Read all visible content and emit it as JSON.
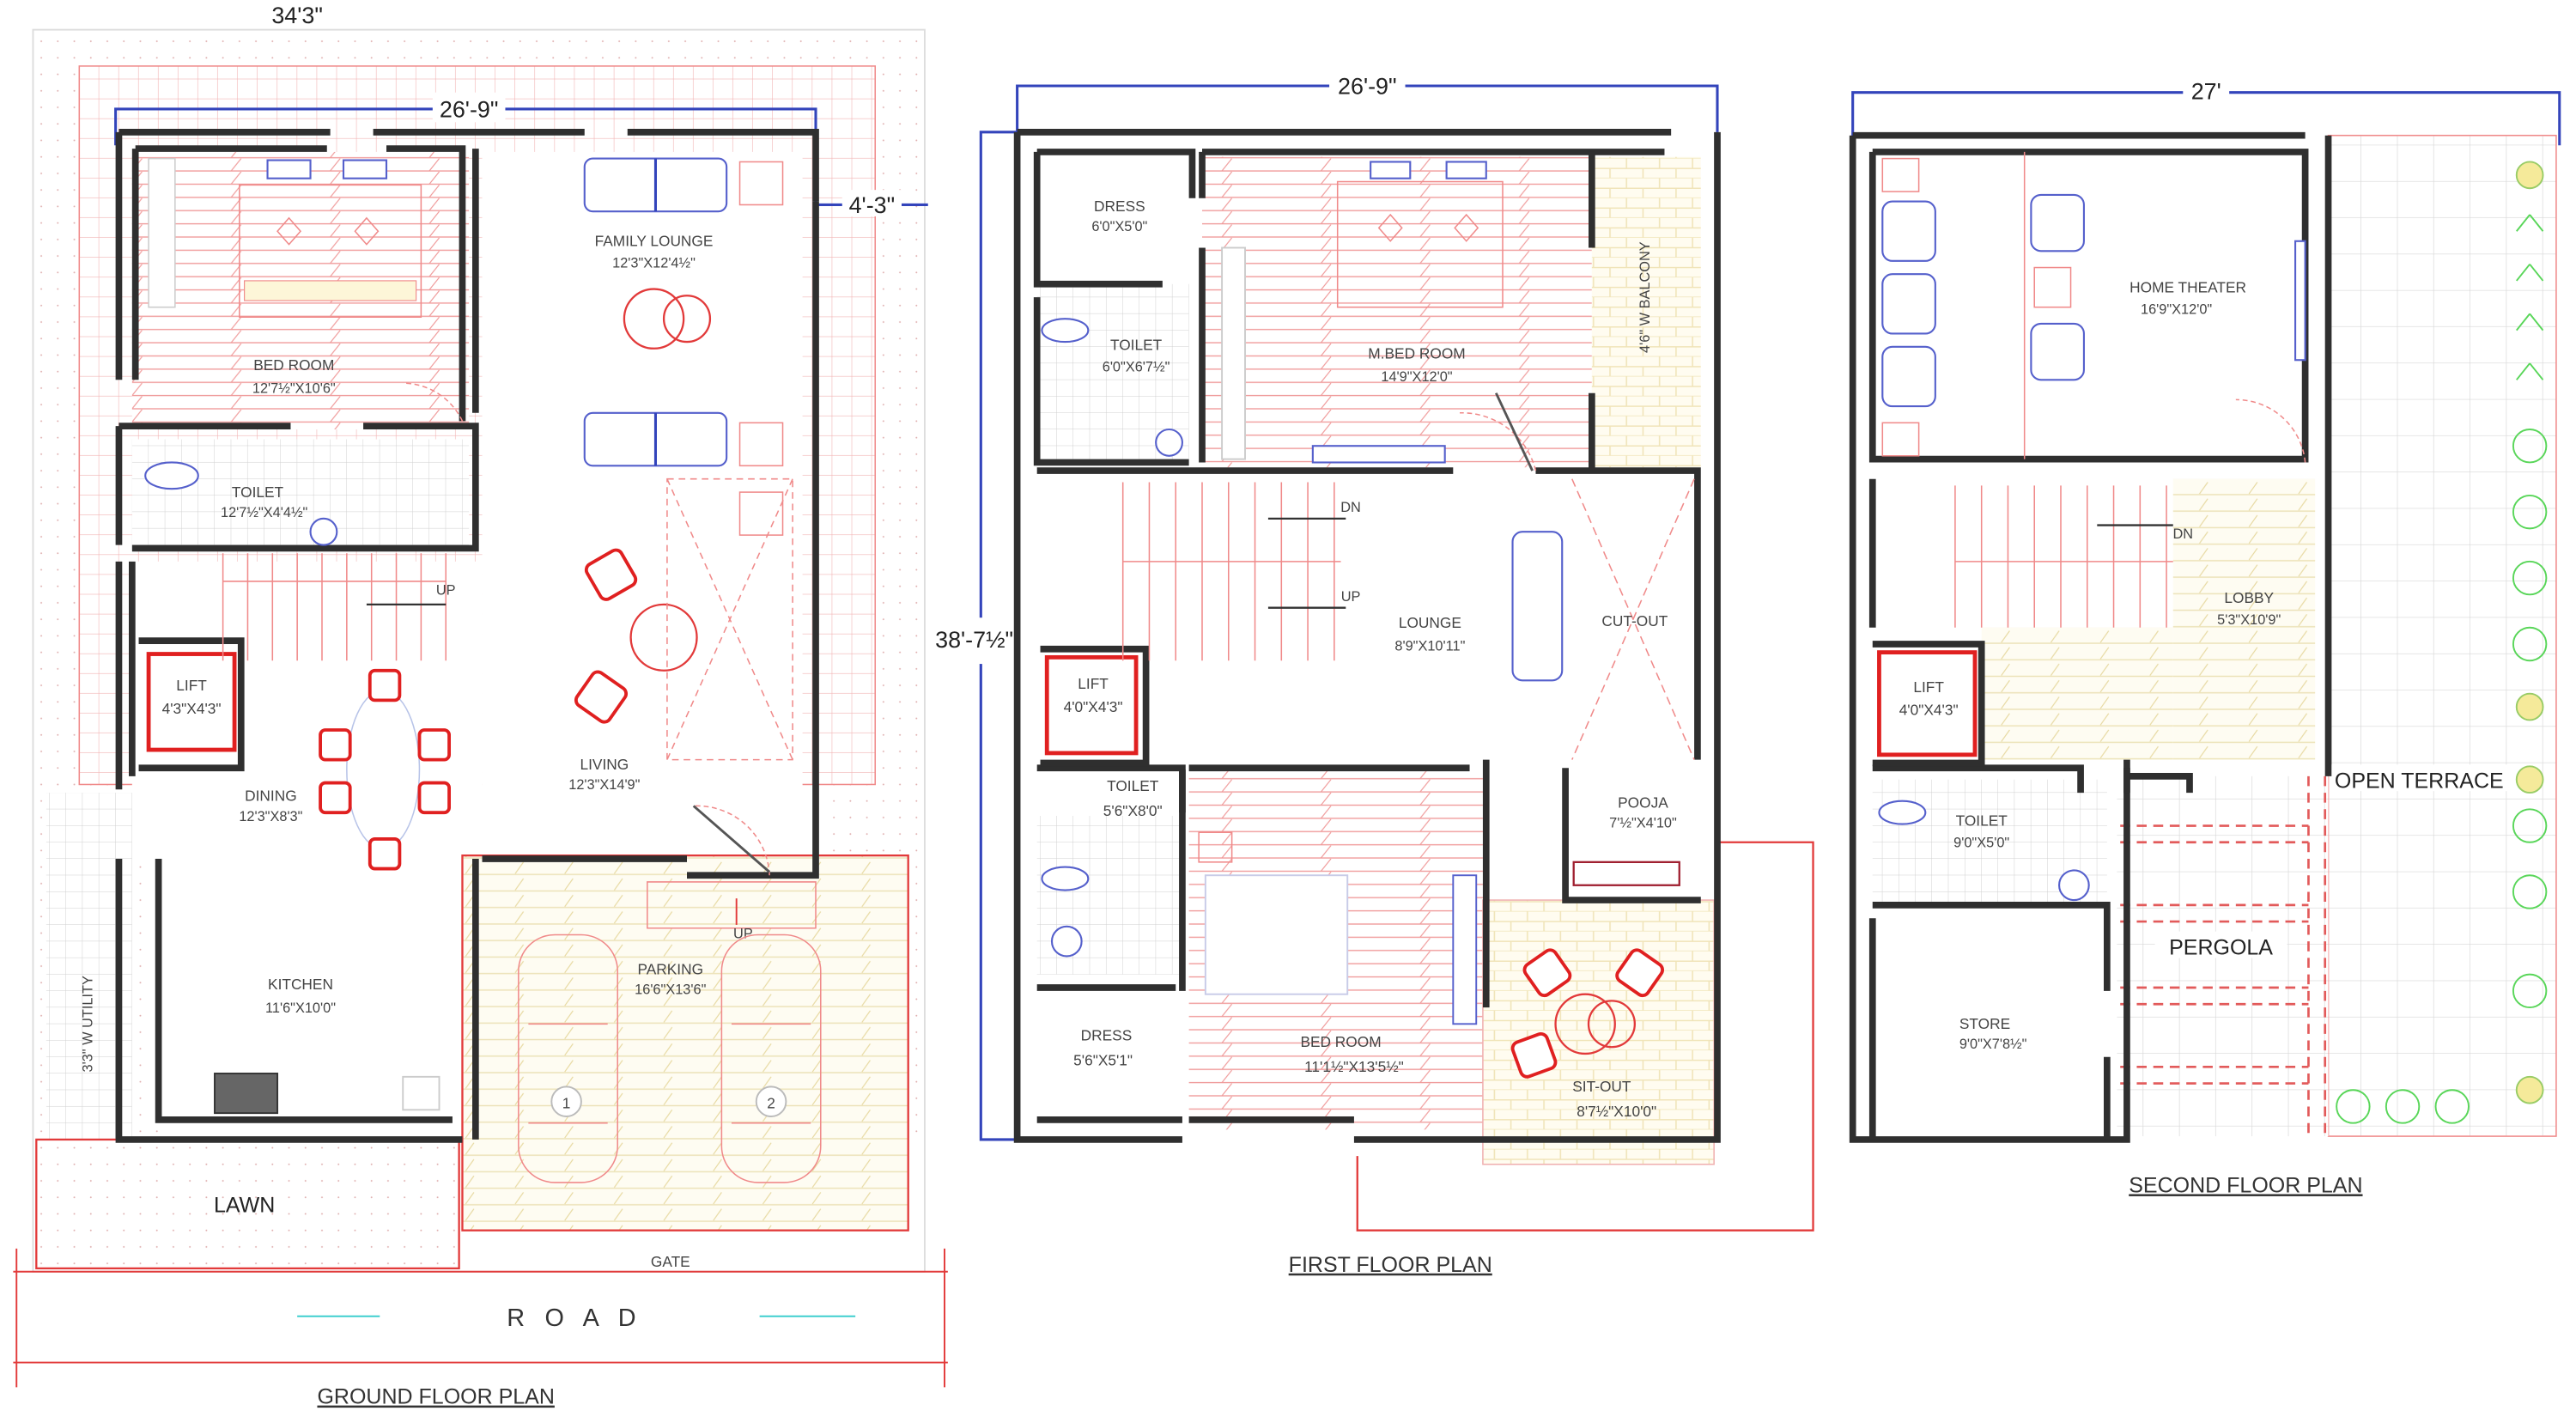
{
  "plans": [
    {
      "title": "GROUND FLOOR PLAN",
      "dims": {
        "plot_width": "34'3\"",
        "width": "26'-9\"",
        "setback": "4'-3\""
      },
      "rooms": [
        {
          "name": "BED ROOM",
          "size": "12'7½\"X10'6\""
        },
        {
          "name": "FAMILY LOUNGE",
          "size": "12'3\"X12'4½\""
        },
        {
          "name": "TOILET",
          "size": "12'7½\"X4'4½\""
        },
        {
          "name": "LIFT",
          "size": "4'3\"X4'3\""
        },
        {
          "name": "DINING",
          "size": "12'3\"X8'3\""
        },
        {
          "name": "LIVING",
          "size": "12'3\"X14'9\""
        },
        {
          "name": "KITCHEN",
          "size": "11'6\"X10'0\""
        },
        {
          "name": "PARKING",
          "size": "16'6\"X13'6\""
        }
      ],
      "utility": "3'3\" W UTILITY",
      "lawn": "LAWN",
      "gate": "GATE",
      "road": "R O A D",
      "up": "UP",
      "stair_up": "UP",
      "cars": [
        "1",
        "2"
      ]
    },
    {
      "title": "FIRST FLOOR PLAN",
      "dims": {
        "width": "26'-9\"",
        "depth": "38'-7½\""
      },
      "rooms": [
        {
          "name": "DRESS",
          "size": "6'0\"X5'0\""
        },
        {
          "name": "TOILET",
          "size": "6'0\"X6'7½\""
        },
        {
          "name": "M.BED ROOM",
          "size": "14'9\"X12'0\""
        },
        {
          "name": "LOUNGE",
          "size": "8'9\"X10'11\""
        },
        {
          "name": "CUT-OUT",
          "size": ""
        },
        {
          "name": "LIFT",
          "size": "4'0\"X4'3\""
        },
        {
          "name": "TOILET",
          "size": "5'6\"X8'0\""
        },
        {
          "name": "POOJA",
          "size": "7'½\"X4'10\""
        },
        {
          "name": "DRESS",
          "size": "5'6\"X5'1\""
        },
        {
          "name": "BED ROOM",
          "size": "11'1½\"X13'5½\""
        },
        {
          "name": "SIT-OUT",
          "size": "8'7½\"X10'0\""
        }
      ],
      "balcony": "4'6\" W BALCONY",
      "dn": "DN",
      "up": "UP"
    },
    {
      "title": "SECOND FLOOR PLAN",
      "dims": {
        "width": "27'"
      },
      "rooms": [
        {
          "name": "HOME THEATER",
          "size": "16'9\"X12'0\""
        },
        {
          "name": "LOBBY",
          "size": "5'3\"X10'9\""
        },
        {
          "name": "LIFT",
          "size": "4'0\"X4'3\""
        },
        {
          "name": "OPEN TERRACE",
          "size": ""
        },
        {
          "name": "TOILET",
          "size": "9'0\"X5'0\""
        },
        {
          "name": "PERGOLA",
          "size": ""
        },
        {
          "name": "STORE",
          "size": "9'0\"X7'8½\""
        }
      ],
      "dn": "DN"
    }
  ],
  "colors": {
    "wall": "#2f2f2f",
    "dimension": "#3344bb",
    "furniture_red": "#e02020",
    "grid_pink": "#f4b6b6",
    "plants": "#59d659"
  }
}
